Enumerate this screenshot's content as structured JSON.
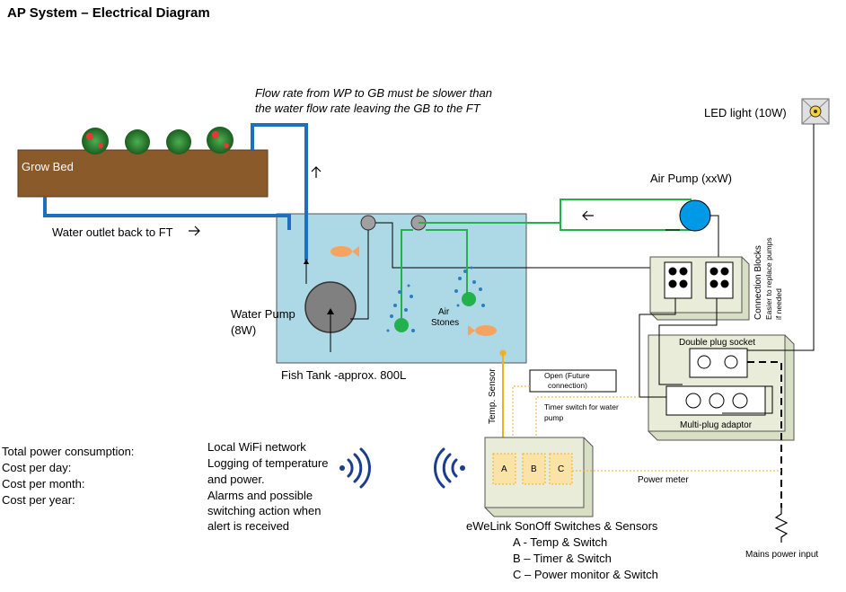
{
  "title": "AP System – Electrical Diagram",
  "flow_note": [
    "Flow rate from WP to GB must be slower than",
    "the water flow rate leaving the GB to the FT"
  ],
  "grow_bed": "Grow Bed",
  "water_outlet": "Water outlet back to FT",
  "led_light": "LED light (10W)",
  "air_pump": "Air Pump (xxW)",
  "water_pump": [
    "Water Pump",
    "(8W)"
  ],
  "air_stones": [
    "Air",
    "Stones"
  ],
  "fish_tank": "Fish Tank -approx. 800L",
  "temp_sensor": "Temp. Sensor",
  "open_future": [
    "Open (Future",
    "connection)"
  ],
  "timer_switch": [
    "Timer switch for water",
    "pump"
  ],
  "connection_blocks": [
    "Connection Blocks",
    "Easier to replace pumps",
    "if needed"
  ],
  "double_plug": "Double plug socket",
  "multi_plug": "Multi-plug adaptor",
  "power_meter": "Power meter",
  "mains": "Mains power input",
  "sonoff_switches": [
    "A",
    "B",
    "C"
  ],
  "sonoff_title": "eWeLink SonOff Switches & Sensors",
  "sonoff_legend": [
    "A - Temp & Switch",
    "B – Timer & Switch",
    "C – Power monitor & Switch"
  ],
  "wifi_text": [
    "Local WiFi network",
    "Logging of temperature",
    "and power.",
    "Alarms and possible",
    "switching action when",
    "alert is received"
  ],
  "power_labels": [
    "Total power consumption:",
    "Cost per day:",
    "Cost per month:",
    "Cost per year:"
  ],
  "colors": {
    "grow_bed": "#8b5a2b",
    "tank": "#add8e6",
    "water_pipe": "#1f6fbf",
    "air_line": "#22b14c",
    "air_pump": "#0099e5",
    "sensor_line": "#f2b01e",
    "device_box": "#e8ecd8",
    "fish": "#f4a460"
  }
}
